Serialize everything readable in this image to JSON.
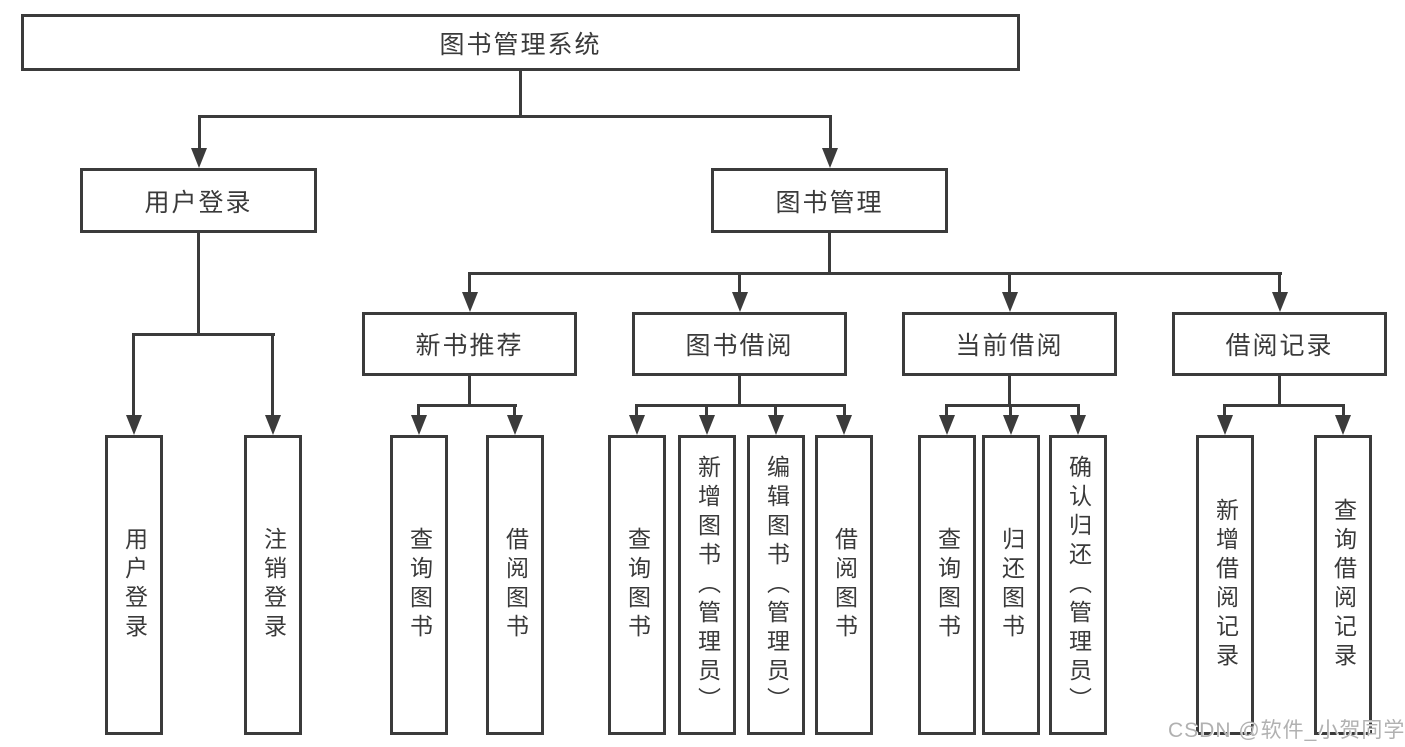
{
  "tree": {
    "root": {
      "label": "图书管理系统"
    },
    "branches": [
      {
        "label": "用户登录",
        "children": [
          {
            "label": "用户登录"
          },
          {
            "label": "注销登录"
          }
        ]
      },
      {
        "label": "图书管理",
        "children": [
          {
            "label": "新书推荐",
            "children": [
              {
                "label": "查询图书"
              },
              {
                "label": "借阅图书"
              }
            ]
          },
          {
            "label": "图书借阅",
            "children": [
              {
                "label": "查询图书"
              },
              {
                "label": "新增图书（管理员）"
              },
              {
                "label": "编辑图书（管理员）"
              },
              {
                "label": "借阅图书"
              }
            ]
          },
          {
            "label": "当前借阅",
            "children": [
              {
                "label": "查询图书"
              },
              {
                "label": "归还图书"
              },
              {
                "label": "确认归还（管理员）"
              }
            ]
          },
          {
            "label": "借阅记录",
            "children": [
              {
                "label": "新增借阅记录"
              },
              {
                "label": "查询借阅记录"
              }
            ]
          }
        ]
      }
    ]
  },
  "watermark": {
    "text": "CSDN @软件_小贺同学"
  },
  "colors": {
    "line": "#3b3b3b",
    "text": "#3a3a3a",
    "box_fill": "#ffffff",
    "watermark": "#b1b1b1"
  }
}
